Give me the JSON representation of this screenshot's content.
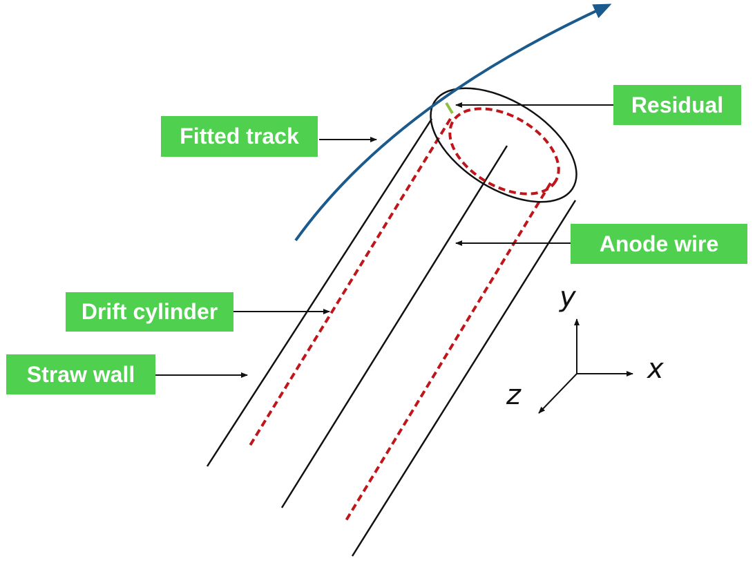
{
  "labels": {
    "fitted_track": "Fitted track",
    "residual": "Residual",
    "anode_wire": "Anode wire",
    "drift_cylinder": "Drift cylinder",
    "straw_wall": "Straw wall"
  },
  "axes": {
    "x": "x",
    "y": "y",
    "z": "z"
  },
  "colors": {
    "label_background": "#4fd14f",
    "label_text": "#ffffff",
    "track": "#1a5a8c",
    "drift_cylinder": "#c0161b",
    "residual": "#8fbf3f",
    "outline": "#111111"
  }
}
